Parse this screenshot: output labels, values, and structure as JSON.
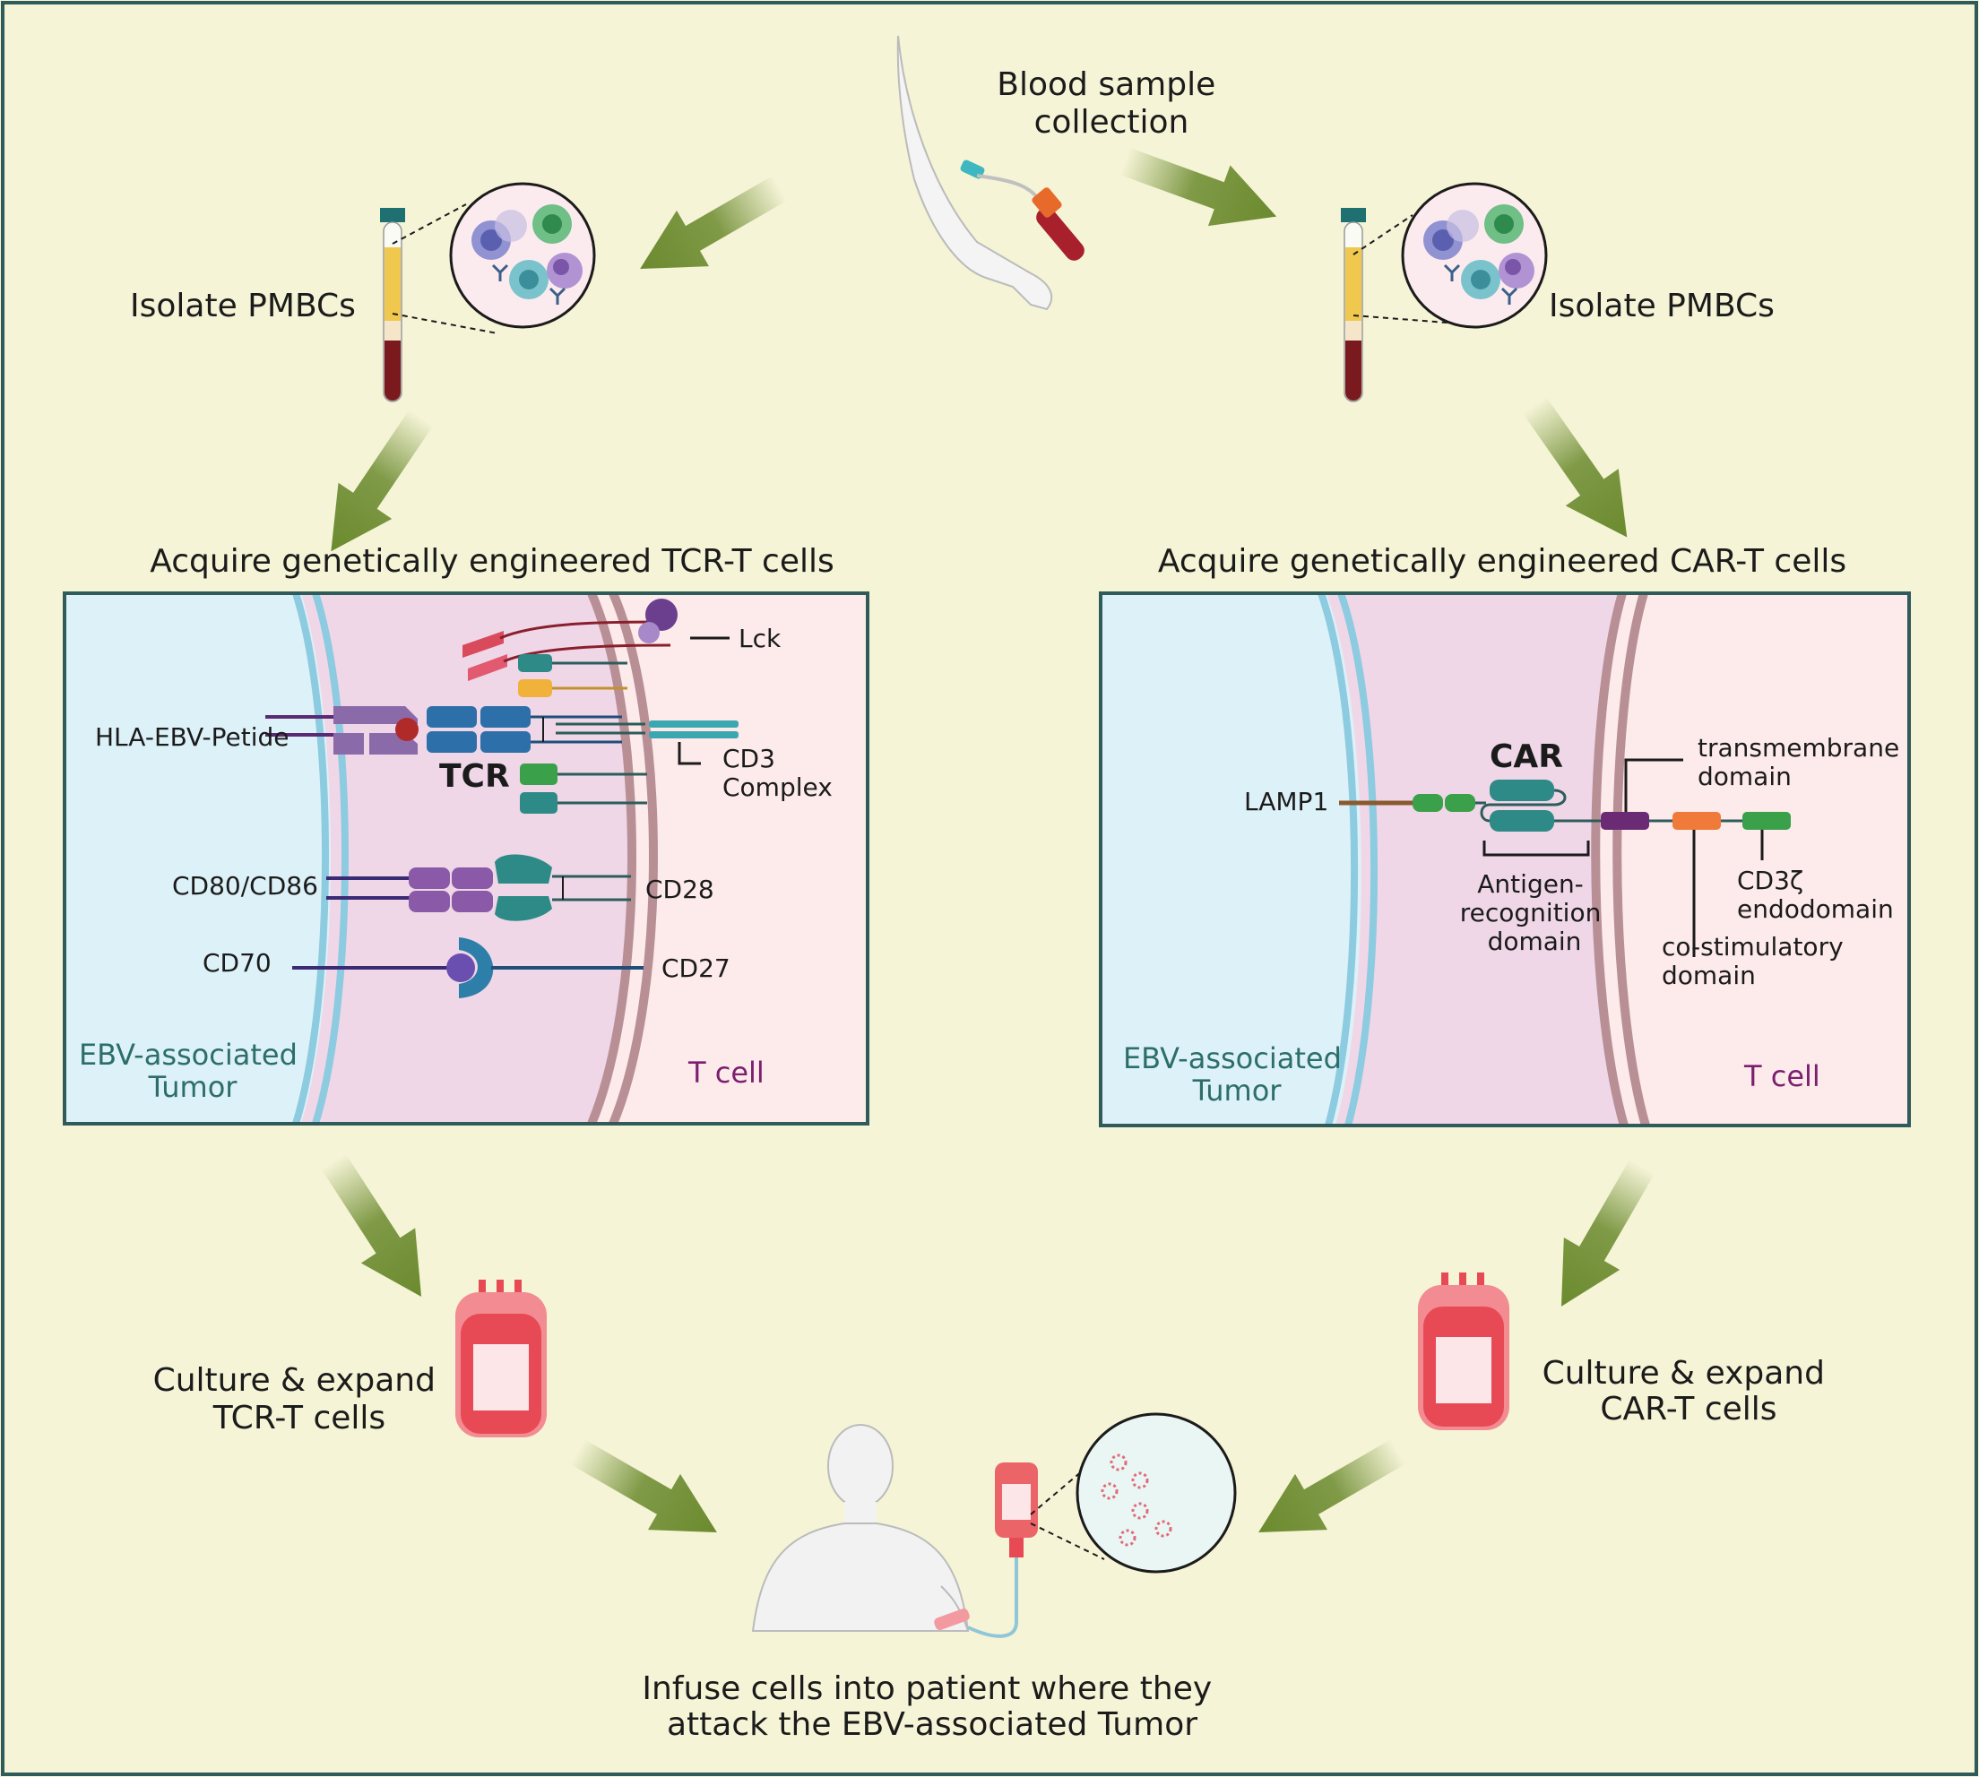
{
  "labels": {
    "blood_sample": [
      "Blood sample",
      "collection"
    ],
    "isolate_left": "Isolate PMBCs",
    "isolate_right": "Isolate PMBCs",
    "acquire_tcr": "Acquire genetically engineered TCR-T cells",
    "acquire_car": "Acquire genetically engineered CAR-T cells",
    "culture_tcr": [
      "Culture & expand",
      "TCR-T cells"
    ],
    "culture_car": [
      "Culture & expand",
      "CAR-T cells"
    ],
    "infuse": [
      "Infuse cells into patient where they",
      "attack the EBV-associated Tumor"
    ]
  },
  "tcr_panel": {
    "lck": "Lck",
    "hla": "HLA-EBV-Petide",
    "tcr": "TCR",
    "cd3": [
      "CD3",
      "Complex"
    ],
    "cd80": "CD80/CD86",
    "cd28": "CD28",
    "cd70": "CD70",
    "cd27": "CD27",
    "tumor": [
      "EBV-associated",
      "Tumor"
    ],
    "tcell": "T cell"
  },
  "car_panel": {
    "lamp1": "LAMP1",
    "car": "CAR",
    "transmembrane": [
      "transmembrane",
      "domain"
    ],
    "antigen": [
      "Antigen-",
      "recognition",
      "domain"
    ],
    "cd3z": [
      "CD3ζ",
      "endodomain"
    ],
    "costim": [
      "co-stimulatory",
      "domain"
    ],
    "tumor": [
      "EBV-associated",
      "Tumor"
    ],
    "tcell": "T cell"
  },
  "colors": {
    "background": "#f5f4d6",
    "arrow": "#6b8a2e",
    "panel_border": "#2f5c5a",
    "tumor_side": "#ddf1f8",
    "synapse": "#efd7e8",
    "tcell_side": "#fdeaea",
    "blood_bag": "#e84a55"
  }
}
